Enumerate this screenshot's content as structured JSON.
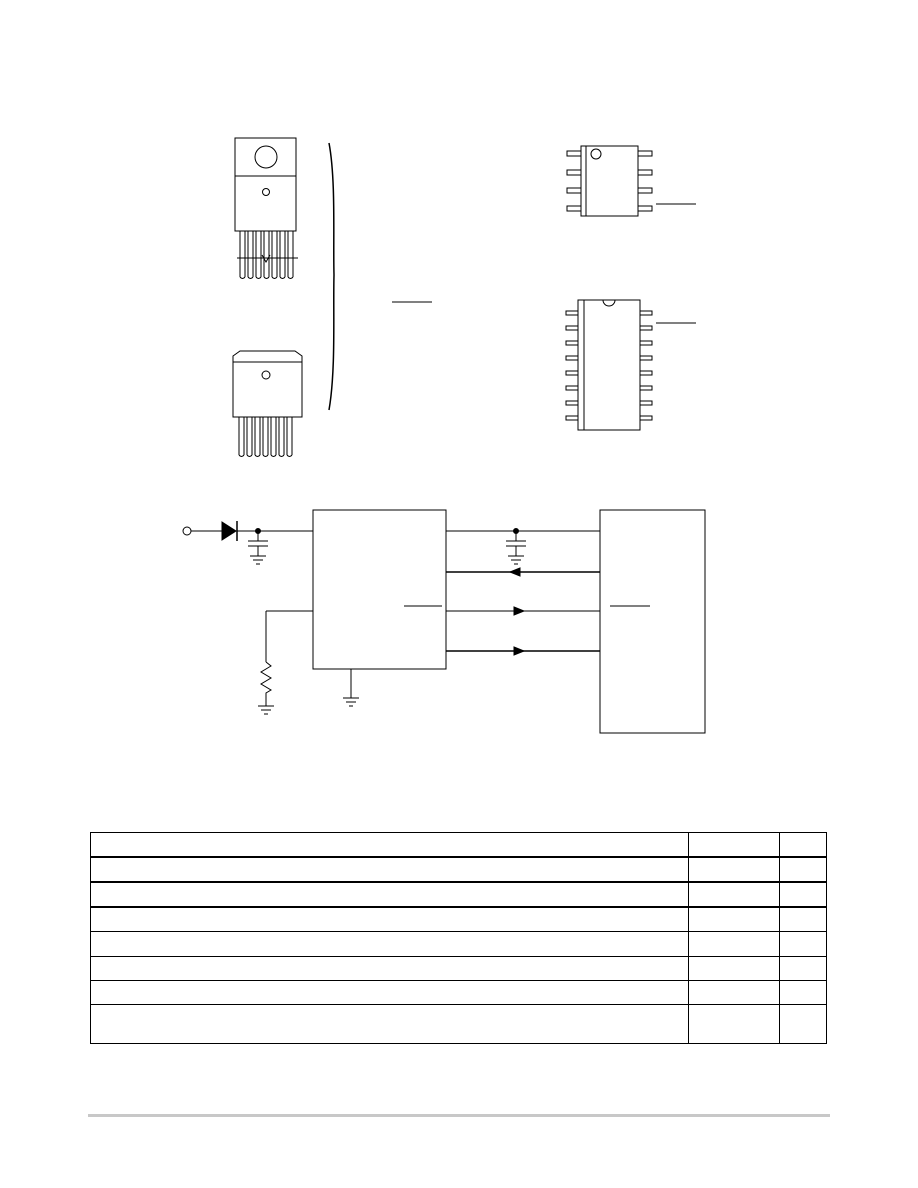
{
  "document": {
    "footer_rule_color": "#c8c8c8"
  },
  "packages": [
    {
      "kind": "to-220-vertical",
      "pins": 7
    },
    {
      "kind": "to-220-surface-mount",
      "pins": 7
    },
    {
      "kind": "so-8",
      "pins": 8
    },
    {
      "kind": "so-16",
      "pins": 16
    }
  ],
  "schematic": {
    "components": [
      "terminal",
      "diode",
      "capacitor",
      "ground",
      "resistor",
      "regulator-block",
      "mcu-block"
    ],
    "signal_arrows": [
      "left",
      "right",
      "right"
    ]
  },
  "specs_table": {
    "columns": [
      "",
      "",
      ""
    ],
    "rows": [
      [
        "",
        "",
        ""
      ],
      [
        "",
        "",
        ""
      ],
      [
        "",
        "",
        ""
      ],
      [
        "",
        "",
        ""
      ],
      [
        "",
        "",
        ""
      ],
      [
        "",
        "",
        ""
      ],
      [
        "",
        "",
        ""
      ]
    ]
  }
}
